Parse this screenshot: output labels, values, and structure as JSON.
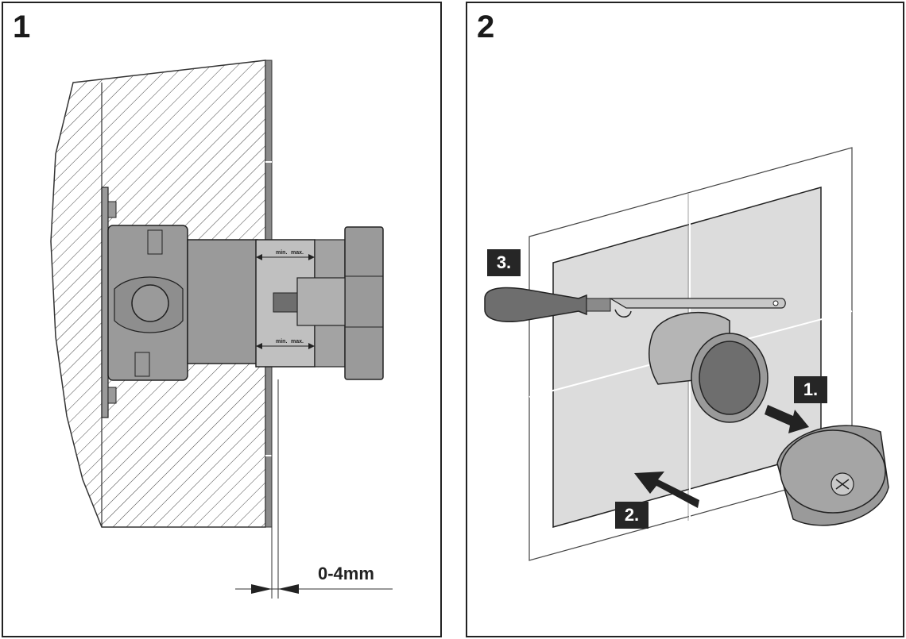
{
  "panels": [
    {
      "number": "1",
      "dimension_label": "0-4mm",
      "scale_labels": [
        "min.",
        "max."
      ]
    },
    {
      "number": "2",
      "steps": [
        "1.",
        "2.",
        "3."
      ]
    }
  ],
  "colors": {
    "part_gray": "#9a9a9a",
    "dark_gray": "#6e6e6e",
    "outline": "#222222",
    "tile_fill": "#dcdcdc",
    "step_box": "#262626"
  },
  "icons": [
    "screwdriver-icon",
    "hacksaw-icon",
    "arrow-icon",
    "screw-head-icon"
  ]
}
